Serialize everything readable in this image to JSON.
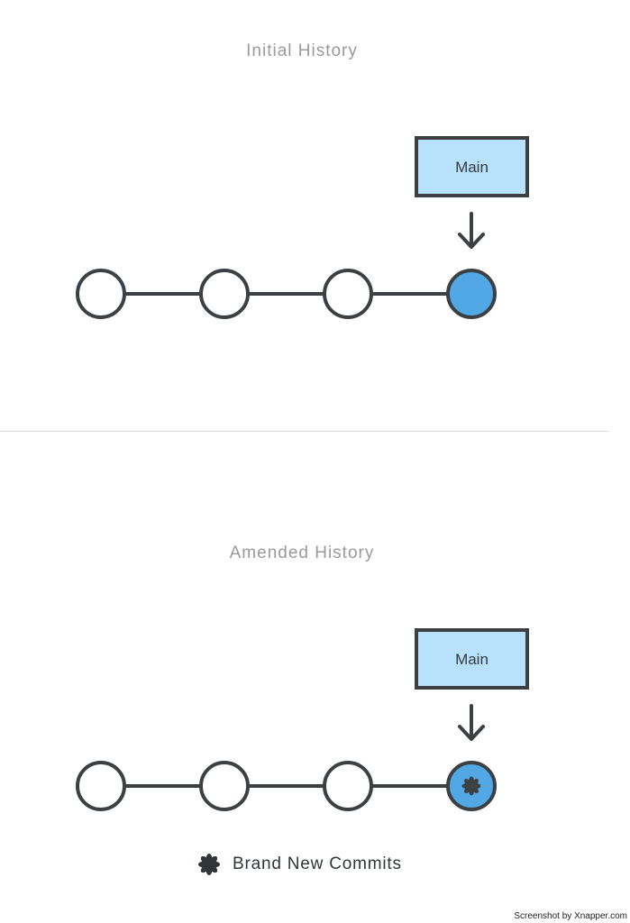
{
  "sections": [
    {
      "title": "Initial History",
      "branch_label": "Main",
      "commits": [
        {
          "state": "plain"
        },
        {
          "state": "plain"
        },
        {
          "state": "plain"
        },
        {
          "state": "head"
        }
      ]
    },
    {
      "title": "Amended History",
      "branch_label": "Main",
      "commits": [
        {
          "state": "plain"
        },
        {
          "state": "plain"
        },
        {
          "state": "plain"
        },
        {
          "state": "head-new"
        }
      ]
    }
  ],
  "legend": {
    "icon": "asterisk-icon",
    "label": "Brand New Commits"
  },
  "watermark": "Screenshot by Xnapper.com",
  "colors": {
    "stroke": "#3c4043",
    "head_fill": "#52a8e4",
    "label_fill": "#b8e2fb",
    "title": "#9a9a9a"
  }
}
